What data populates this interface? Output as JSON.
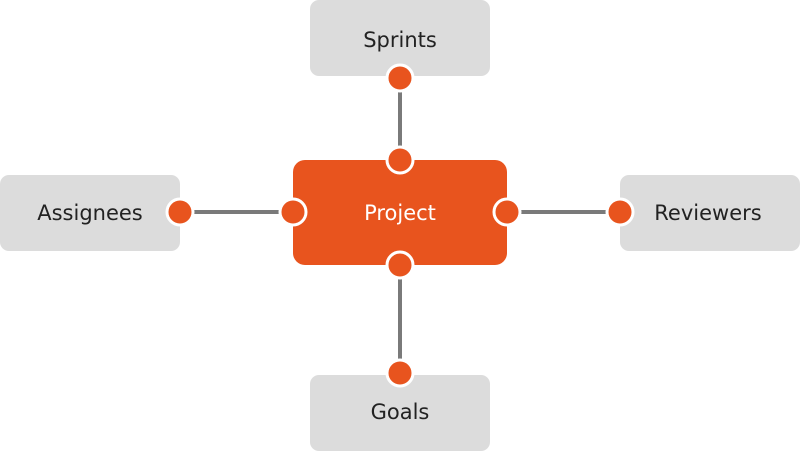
{
  "diagram": {
    "center": {
      "label": "Project"
    },
    "nodes": {
      "top": {
        "label": "Sprints"
      },
      "left": {
        "label": "Assignees"
      },
      "right": {
        "label": "Reviewers"
      },
      "bottom": {
        "label": "Goals"
      }
    }
  },
  "colors": {
    "accent": "#e8541e",
    "node_fill": "#dcdcdc",
    "connector": "#7a7a7a",
    "node_text": "#222222",
    "center_text": "#ffffff"
  }
}
